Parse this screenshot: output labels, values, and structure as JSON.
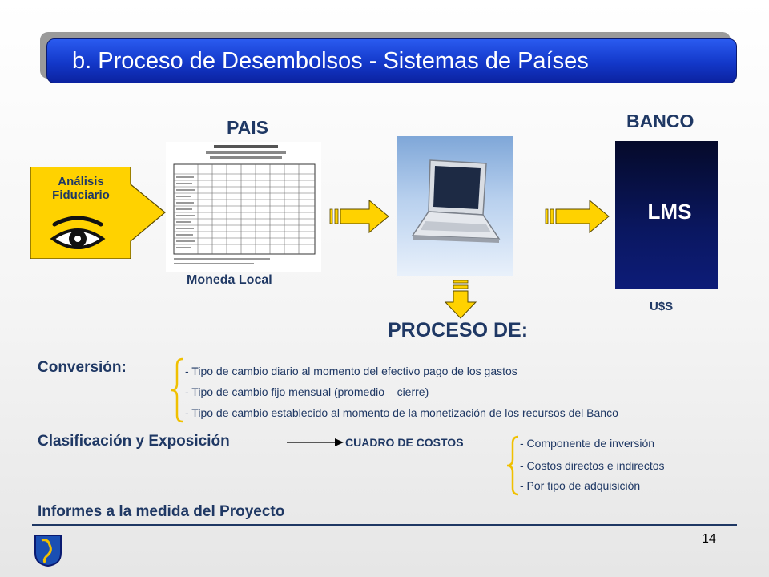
{
  "slide": {
    "title": "b. Proceso de Desembolsos - Sistemas de Países",
    "page_number": "14"
  },
  "diagram": {
    "fiduciary_label_line1": "Análisis",
    "fiduciary_label_line2": "Fiduciario",
    "pais_label": "PAIS",
    "moneda_label": "Moneda Local",
    "banco_label": "BANCO",
    "lms_label": "LMS",
    "currency_label": "U$S",
    "proceso_label": "PROCESO DE:"
  },
  "conversion": {
    "heading": "Conversión:",
    "items": [
      "- Tipo de cambio diario al momento del efectivo pago de los gastos",
      "- Tipo de cambio fijo mensual (promedio – cierre)",
      "- Tipo de cambio establecido al momento de la monetización de los recursos del Banco"
    ]
  },
  "clasificacion": {
    "heading": "Clasificación y Exposición",
    "target": "CUADRO DE COSTOS",
    "items": [
      "- Componente de inversión",
      "- Costos directos e indirectos",
      "- Por tipo de adquisición"
    ]
  },
  "informes": {
    "heading": "Informes a la medida del Proyecto"
  },
  "colors": {
    "title_bar": "#1338c9",
    "text_navy": "#1f3864",
    "arrow_yellow": "#ffd200",
    "lms_navy": "#0a1760"
  }
}
